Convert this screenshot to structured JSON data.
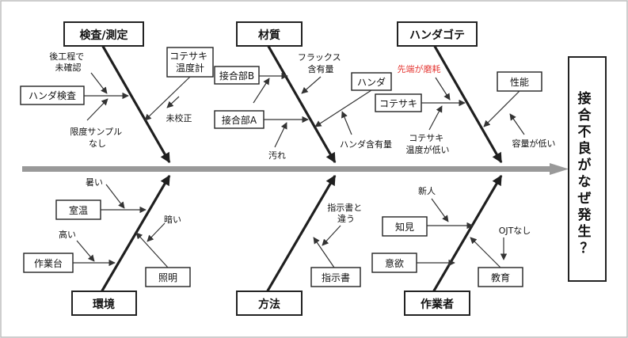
{
  "effect": {
    "line1": "接",
    "line2": "合",
    "line3": "不",
    "line4": "良",
    "line5": "が",
    "line6": "な",
    "line7": "ぜ",
    "line8": "発",
    "line9": "生",
    "line10": "？"
  },
  "categories": {
    "inspection": "検査/測定",
    "material": "材質",
    "solder_iron": "ハンダゴテ",
    "environment": "環境",
    "method": "方法",
    "worker": "作業者"
  },
  "causes": {
    "later_process_line1": "後工程で",
    "later_process_line2": "未確認",
    "solder_inspection": "ハンダ検査",
    "limit_sample_line1": "限度サンプル",
    "limit_sample_line2": "なし",
    "iron_thermometer_line1": "コテサキ",
    "iron_thermometer_line2": "温度計",
    "uncalibrated": "未校正",
    "joint_b": "接合部B",
    "joint_a": "接合部A",
    "flux_line1": "フラックス",
    "flux_line2": "含有量",
    "solder": "ハンダ",
    "solder_content": "ハンダ含有量",
    "dirt": "汚れ",
    "tip_worn": "先端が磨耗",
    "iron_tip": "コテサキ",
    "performance": "性能",
    "tip_temp_line1": "コテサキ",
    "tip_temp_line2": "温度が低い",
    "low_capacity": "容量が低い",
    "hot": "暑い",
    "room_temp": "室温",
    "high": "高い",
    "workbench": "作業台",
    "dark": "暗い",
    "lighting": "照明",
    "instructions_differ_line1": "指示書と",
    "instructions_differ_line2": "違う",
    "instructions": "指示書",
    "newcomer": "新人",
    "knowledge": "知見",
    "motivation": "意欲",
    "no_ojt": "OJTなし",
    "education": "教育"
  },
  "colors": {
    "spine": "#999999",
    "bone": "#1f1f1f",
    "highlight": "#e53935"
  }
}
